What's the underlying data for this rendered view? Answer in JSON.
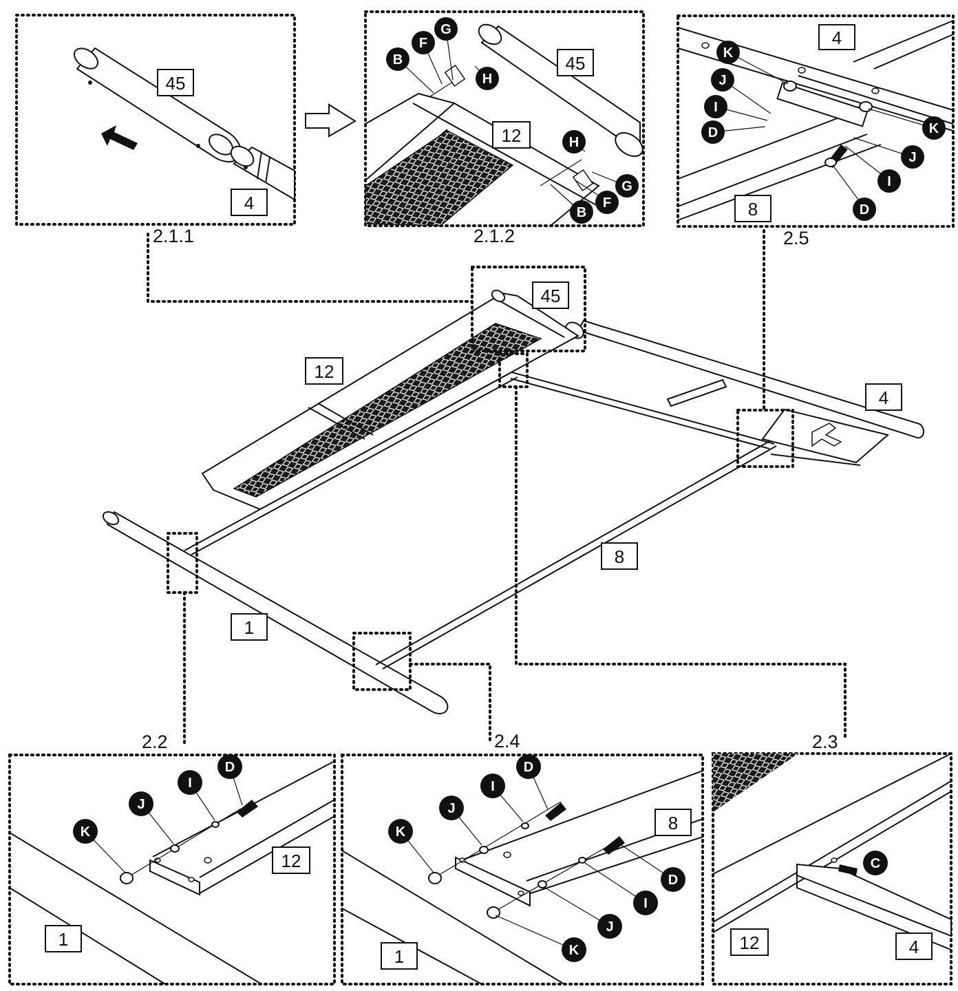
{
  "steps": {
    "s211": "2.1.1",
    "s212": "2.1.2",
    "s25": "2.5",
    "s22": "2.2",
    "s24": "2.4",
    "s23": "2.3"
  },
  "parts": {
    "p45": "45",
    "p4": "4",
    "p12": "12",
    "p8": "8",
    "p1": "1"
  },
  "hardware": {
    "B": "B",
    "C": "C",
    "D": "D",
    "F": "F",
    "G": "G",
    "H": "H",
    "I": "I",
    "J": "J",
    "K": "K"
  },
  "colors": {
    "ink": "#111111",
    "paper": "#ffffff",
    "mesh": "#1a1a1a"
  }
}
